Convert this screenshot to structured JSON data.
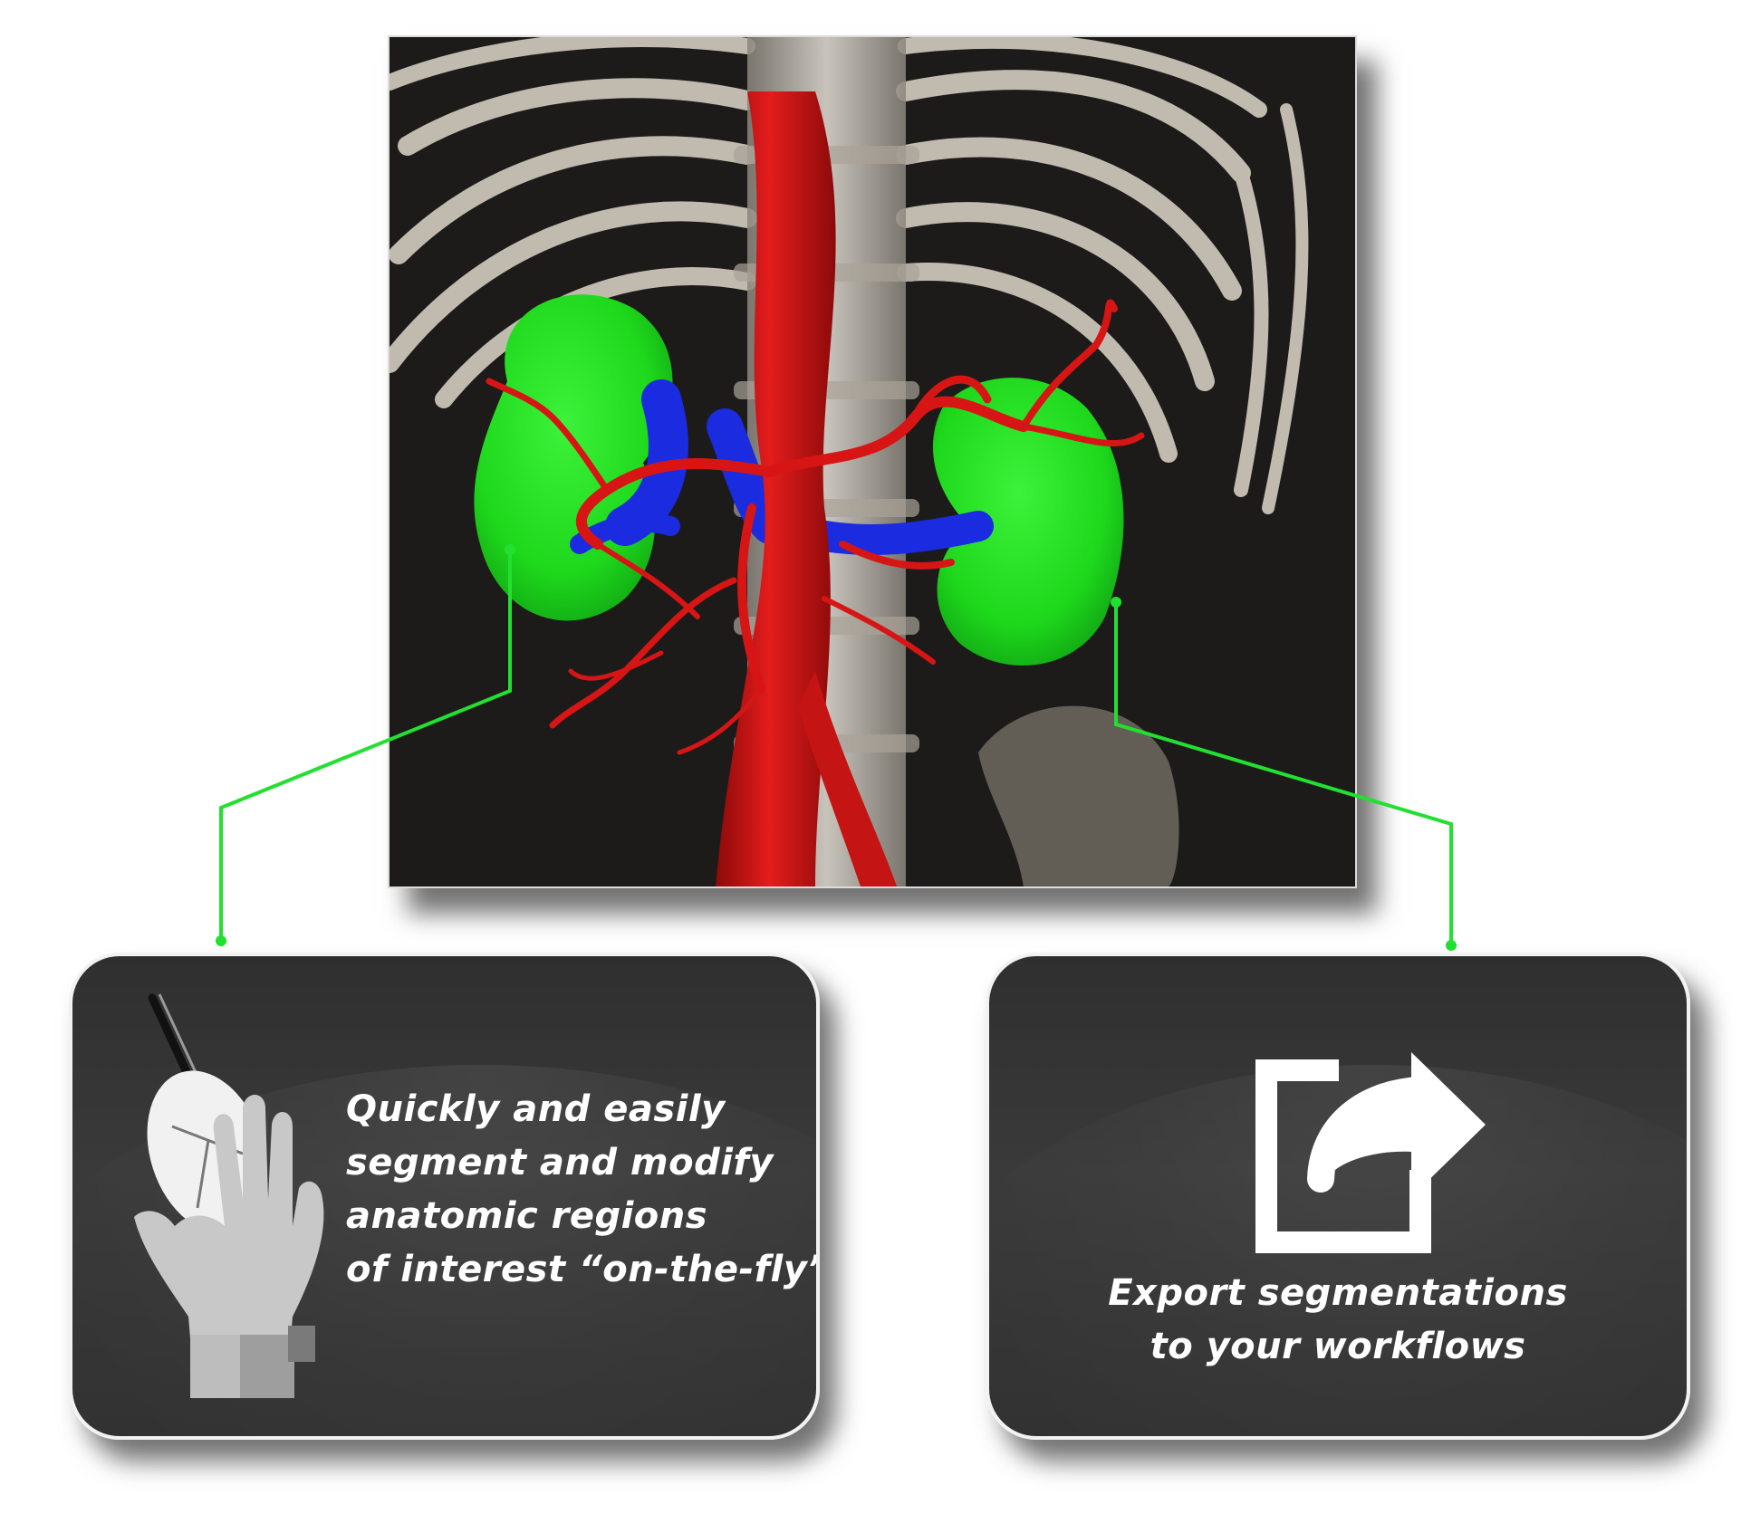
{
  "panels": {
    "segment": {
      "line1": "Quickly and easily",
      "line2": "segment and modify",
      "line3": "anatomic regions",
      "line4": "of interest “on-the-fly”",
      "icon": "hand-mouse-icon"
    },
    "export": {
      "line1": "Export segmentations",
      "line2": "to your workflows",
      "icon": "share-export-icon"
    }
  },
  "colors": {
    "kidney": "#22e020",
    "artery": "#d81515",
    "vein": "#1a2be0",
    "bone": "#d8d2c8",
    "connector": "#22e030",
    "panel": "#333333"
  }
}
